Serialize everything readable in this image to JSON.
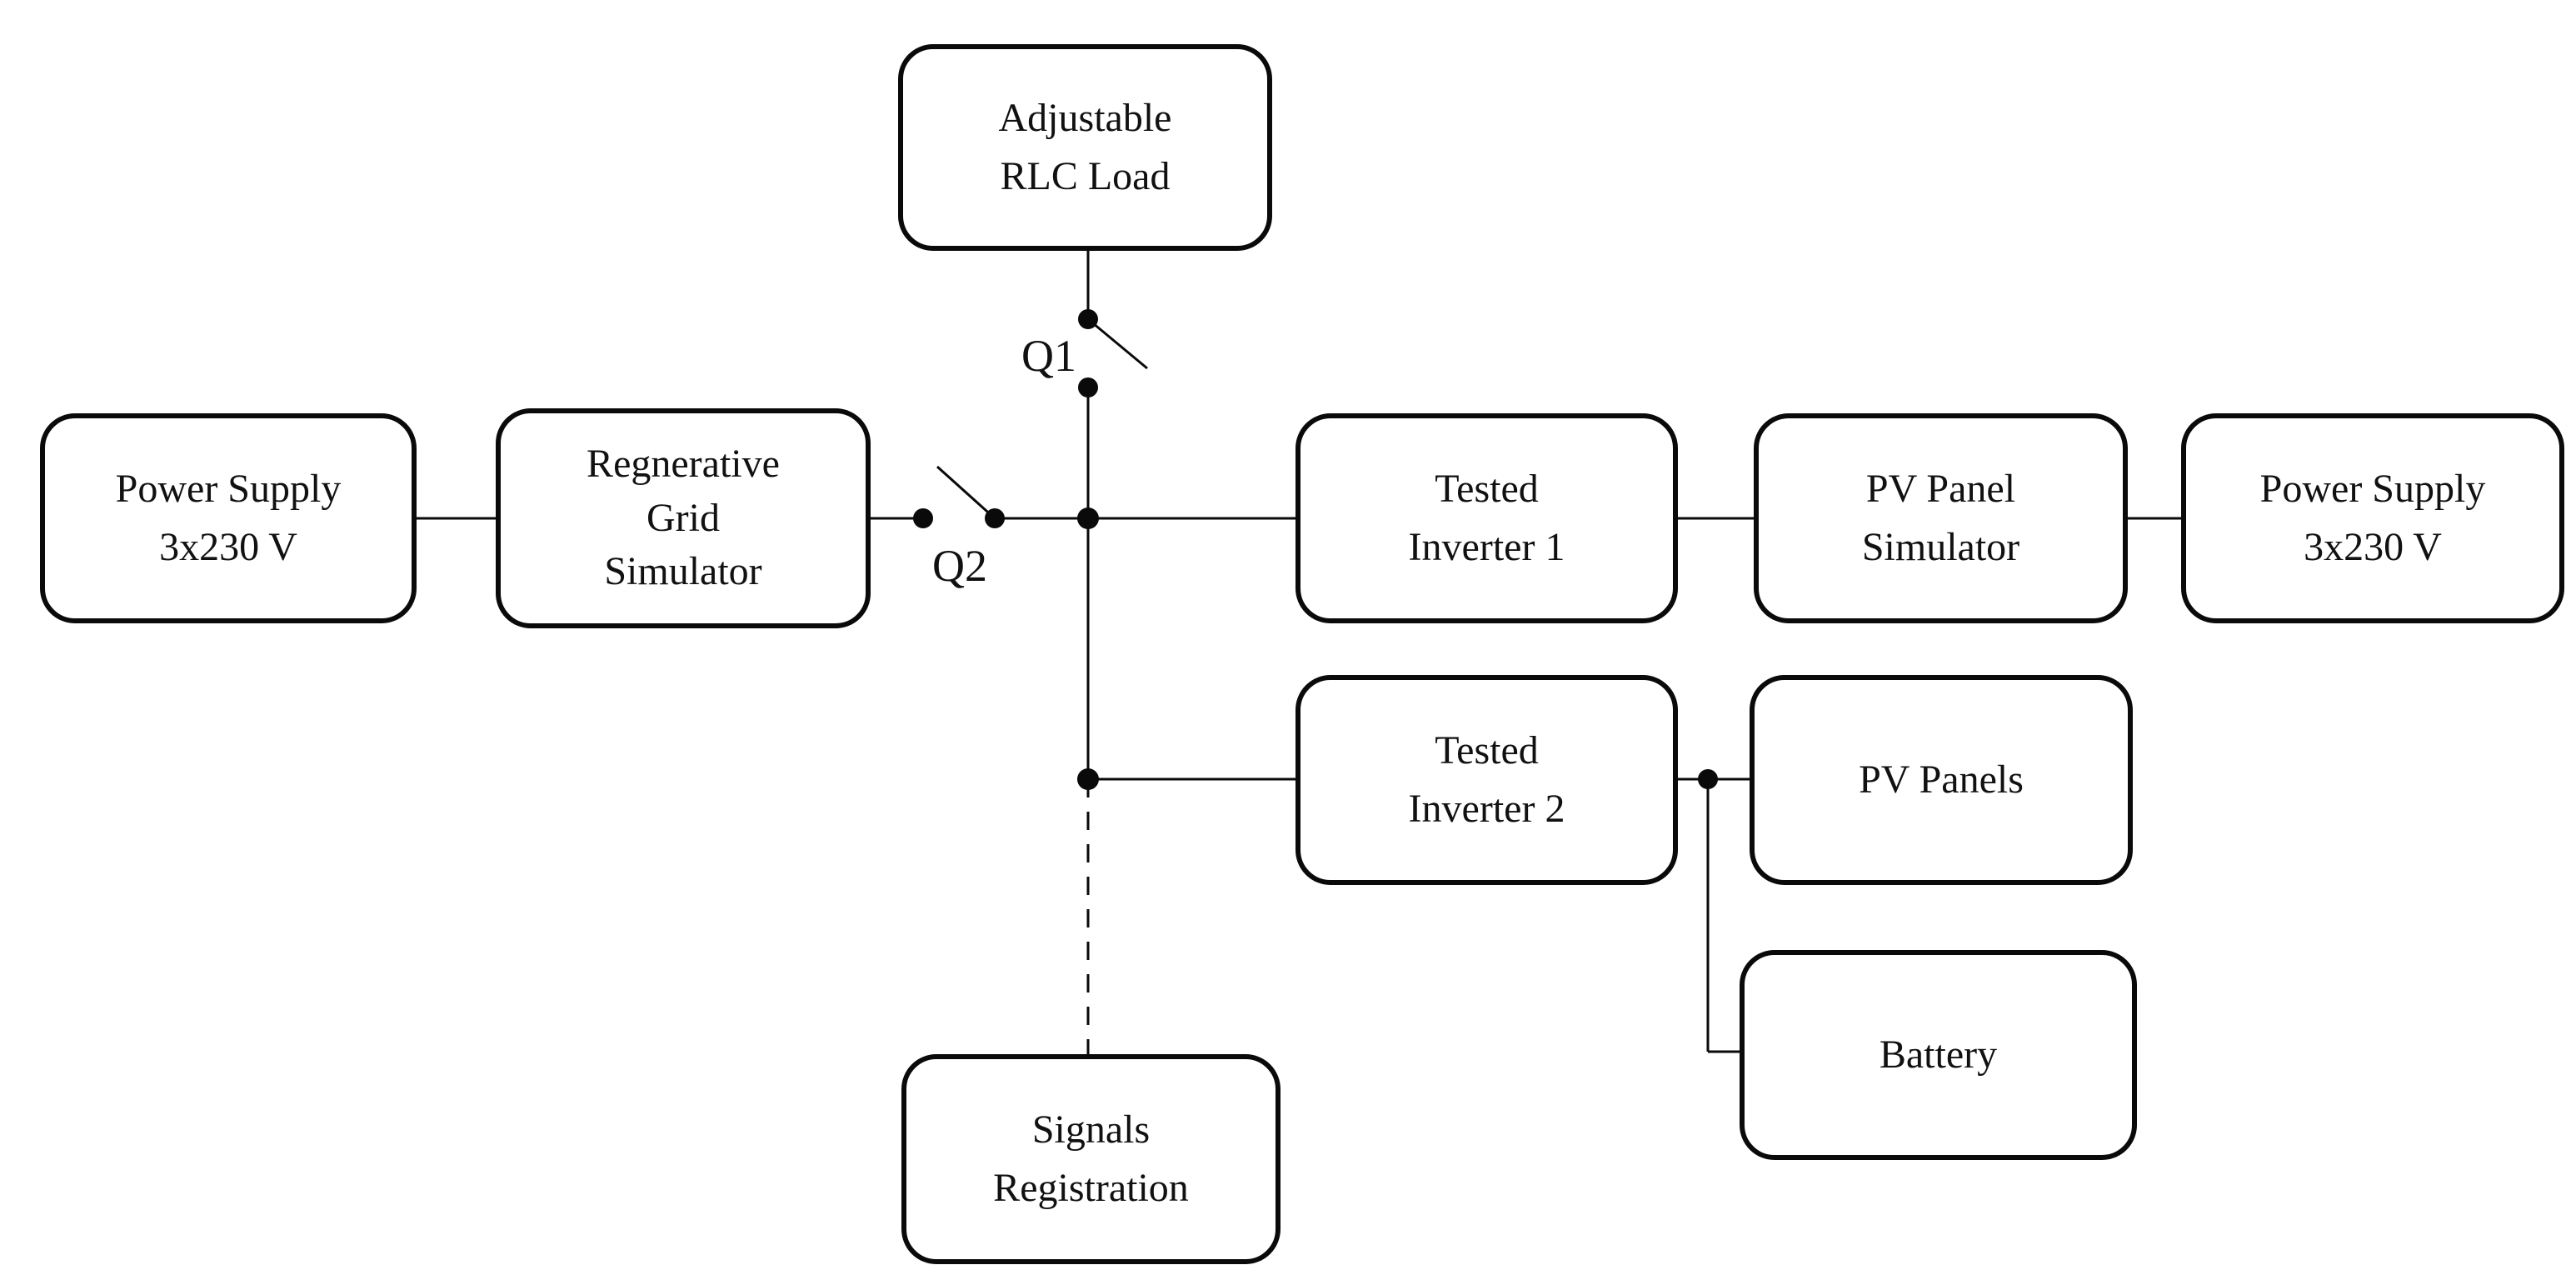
{
  "diagram": {
    "description": "Laboratory test bench block diagram",
    "colors": {
      "stroke": "#0a0a0a",
      "background": "#ffffff",
      "text": "#111111"
    },
    "boxes": {
      "adjustable_rlc_load": {
        "label": "Adjustable\nRLC Load"
      },
      "power_supply_left": {
        "label": "Power Supply\n3x230 V"
      },
      "regenerative_grid_simulator": {
        "label": "Regnerative\nGrid\nSimulator"
      },
      "tested_inverter_1": {
        "label": "Tested\nInverter 1"
      },
      "pv_panel_simulator": {
        "label": "PV Panel\nSimulator"
      },
      "power_supply_right": {
        "label": "Power Supply\n3x230 V"
      },
      "tested_inverter_2": {
        "label": "Tested\nInverter 2"
      },
      "pv_panels": {
        "label": "PV Panels"
      },
      "battery": {
        "label": "Battery"
      },
      "signals_registration": {
        "label": "Signals\nRegistration"
      }
    },
    "switches": {
      "q1": {
        "label": "Q1",
        "state": "open"
      },
      "q2": {
        "label": "Q2",
        "state": "open"
      }
    }
  }
}
